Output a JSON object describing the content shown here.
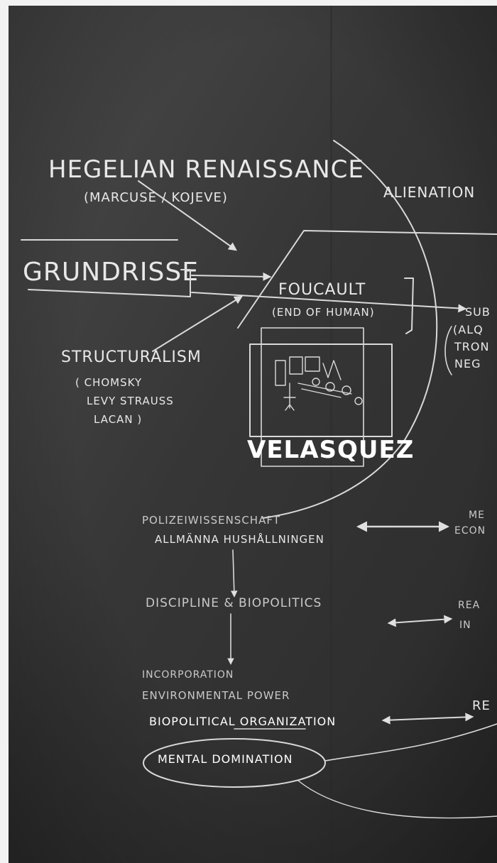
{
  "board": {
    "texts": {
      "hegelian": "HEGELIAN RENAISSANCE",
      "hegelian_sub": "(MARCUSE / KOJEVE)",
      "alienation": "ALIENATION",
      "grundrisse": "GRUNDRISSE",
      "foucault": "FOUCAULT",
      "foucault_sub": "(END OF HUMAN)",
      "structuralism": "STRUCTURALISM",
      "struct_1": "( CHOMSKY",
      "struct_2": "LEVY STRAUSS",
      "struct_3": "LACAN )",
      "velasquez": "VELASQUEZ",
      "right_1": "SUB",
      "right_2": "(ALQ",
      "right_3": "TRON",
      "right_4": "NEG",
      "poliz_1": "POLIZEIWISSENSCHAFT",
      "poliz_2": "ALLMÄNNA HUSHÅLLNINGEN",
      "right_me": "ME",
      "right_econ": "ECON",
      "discipline": "DISCIPLINE & BIOPOLITICS",
      "right_rea": "REA",
      "right_in": "IN",
      "incorp_1": "INCORPORATION",
      "incorp_2": "ENVIRONMENTAL POWER",
      "biopol": "BIOPOLITICAL ORGANIZATION",
      "mental": "MENTAL DOMINATION",
      "right_re": "RE"
    }
  }
}
